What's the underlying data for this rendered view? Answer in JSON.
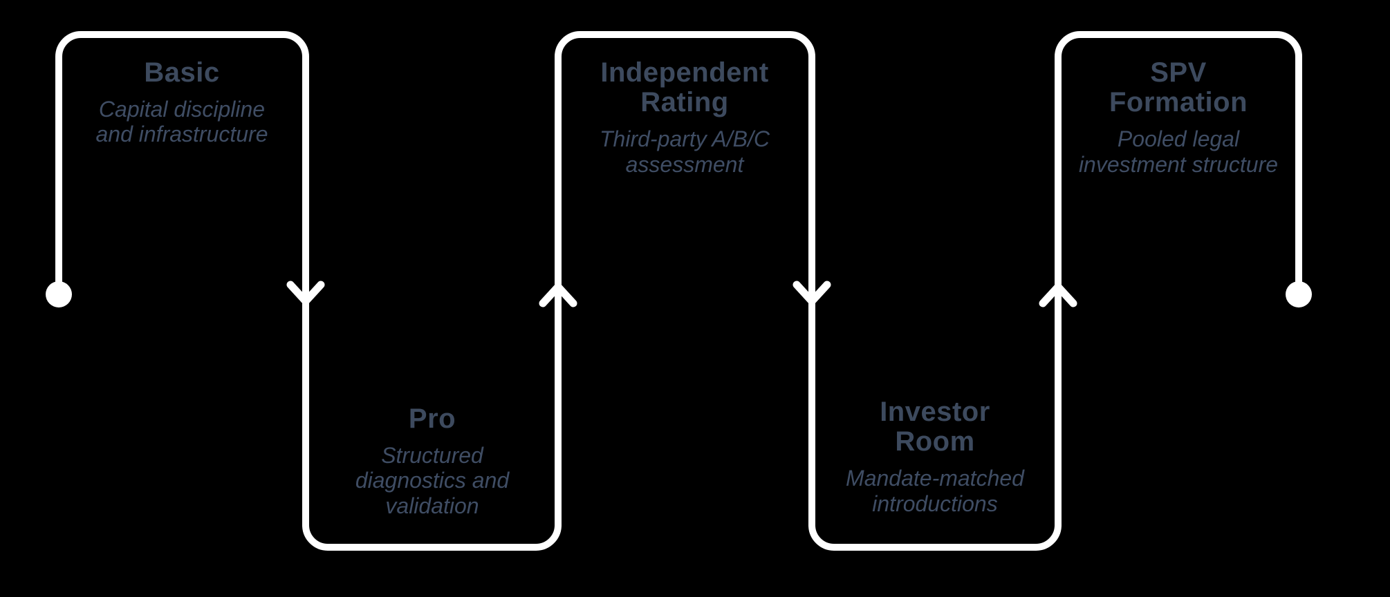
{
  "colors": {
    "background": "#000000",
    "path": "#ffffff",
    "title": "#3d4a5e",
    "subtitle": "#3f4d64"
  },
  "stages": [
    {
      "id": "basic",
      "row": "top",
      "title": "Basic",
      "subtitle": "Capital discipline\nand infrastructure"
    },
    {
      "id": "pro",
      "row": "bottom",
      "title": "Pro",
      "subtitle": "Structured\ndiagnostics and\nvalidation"
    },
    {
      "id": "independent-rating",
      "row": "top",
      "title": "Independent\nRating",
      "subtitle": "Third-party A/B/C\nassessment"
    },
    {
      "id": "investor-room",
      "row": "bottom",
      "title": "Investor\nRoom",
      "subtitle": "Mandate-matched\nintroductions"
    },
    {
      "id": "spv-formation",
      "row": "top",
      "title": "SPV\nFormation",
      "subtitle": "Pooled legal\ninvestment structure"
    }
  ],
  "flow": {
    "shape": "serpentine-line",
    "direction": "left-to-right",
    "start_marker": "dot",
    "end_marker": "dot",
    "arrows": [
      "down",
      "up",
      "down",
      "up"
    ]
  }
}
